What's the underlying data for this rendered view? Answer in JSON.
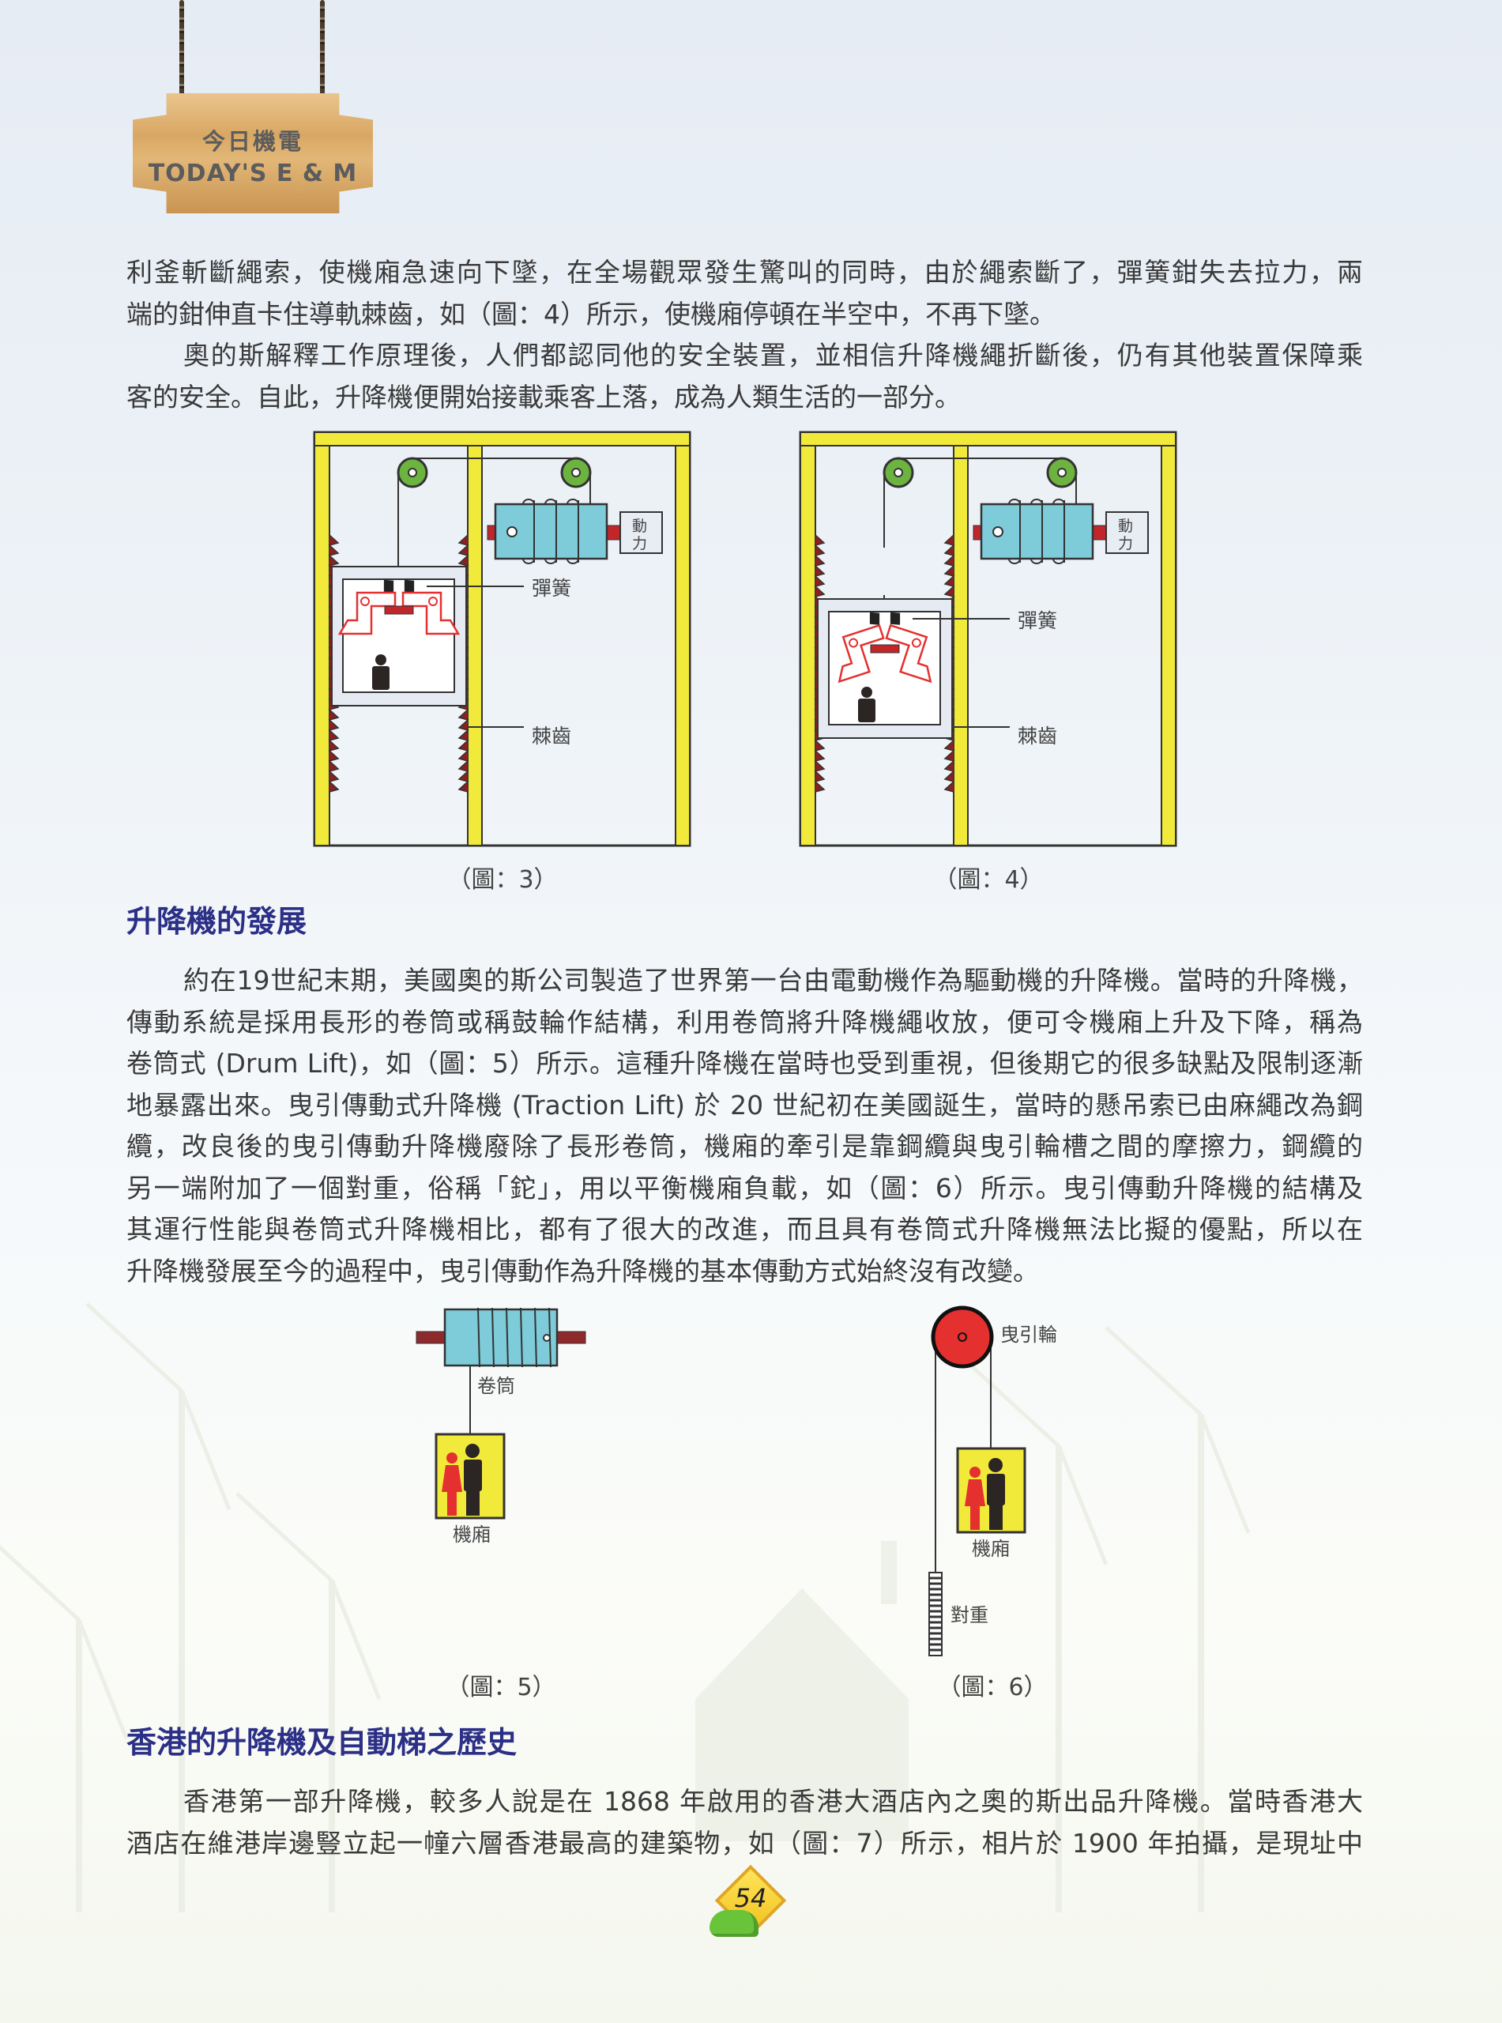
{
  "header": {
    "logo_zh": "今日機電",
    "logo_en": "TODAY'S E & M"
  },
  "intro": {
    "p1": [
      "利釜斬斷繩索，使機廂急速向下墜，在全場觀眾發生驚叫的同時，由於繩索斷了，彈簧鉗失去拉力，兩",
      "端的鉗伸直卡住導軌棘齒，如（圖：4）所示，使機廂停頓在半空中，不再下墜。"
    ],
    "p2": [
      "奧的斯解釋工作原理後，人們都認同他的安全裝置，並相信升降機繩折斷後，仍有其他裝置保障乘",
      "客的安全。自此，升降機便開始接載乘客上落，成為人類生活的一部分。"
    ]
  },
  "figure3": {
    "caption": "（圖：3）",
    "spring": "彈簧",
    "ratchet": "棘齒",
    "power": [
      "動",
      "力"
    ]
  },
  "figure4": {
    "caption": "（圖：4）",
    "spring": "彈簧",
    "ratchet": "棘齒",
    "power": [
      "動",
      "力"
    ]
  },
  "section1": {
    "heading": "升降機的發展",
    "lines": [
      "約在19世紀末期，美國奧的斯公司製造了世界第一台由電動機作為驅動機的升降機。當時的升降機，",
      "傳動系統是採用長形的卷筒或稱鼓輪作結構，利用卷筒將升降機繩收放，便可令機廂上升及下降，稱為",
      "卷筒式 (Drum Lift)，如（圖：5）所示。這種升降機在當時也受到重視，但後期它的很多缺點及限制逐漸",
      "地暴露出來。曳引傳動式升降機 (Traction Lift) 於 20 世紀初在美國誕生，當時的懸吊索已由麻繩改為鋼",
      "纜，改良後的曳引傳動升降機廢除了長形卷筒，機廂的牽引是靠鋼纜與曳引輪槽之間的摩擦力，鋼纜的",
      "另一端附加了一個對重，俗稱「鉈」，用以平衡機廂負載，如（圖：6）所示。曳引傳動升降機的結構及",
      "其運行性能與卷筒式升降機相比，都有了很大的改進，而且具有卷筒式升降機無法比擬的優點，所以在",
      "升降機發展至今的過程中，曳引傳動作為升降機的基本傳動方式始終沒有改變。"
    ]
  },
  "figure5": {
    "caption": "（圖：5）",
    "drum": "卷筒",
    "car": "機廂"
  },
  "figure6": {
    "caption": "（圖：6）",
    "sheave": "曳引輪",
    "car": "機廂",
    "counterweight": "對重"
  },
  "section2": {
    "heading": "香港的升降機及自動梯之歷史",
    "lines": [
      "香港第一部升降機，較多人說是在 1868 年啟用的香港大酒店內之奧的斯出品升降機。當時香港大",
      "酒店在維港岸邊豎立起一幢六層香港最高的建築物，如（圖：7）所示，相片於 1900 年拍攝，是現址中"
    ]
  },
  "footer": {
    "page_number": "54"
  },
  "colors": {
    "heading": "#2b2f86",
    "frame": "#f2ea3a",
    "pulley": "#6db33f",
    "drum": "#7ecbd9",
    "red": "#e4302f"
  }
}
